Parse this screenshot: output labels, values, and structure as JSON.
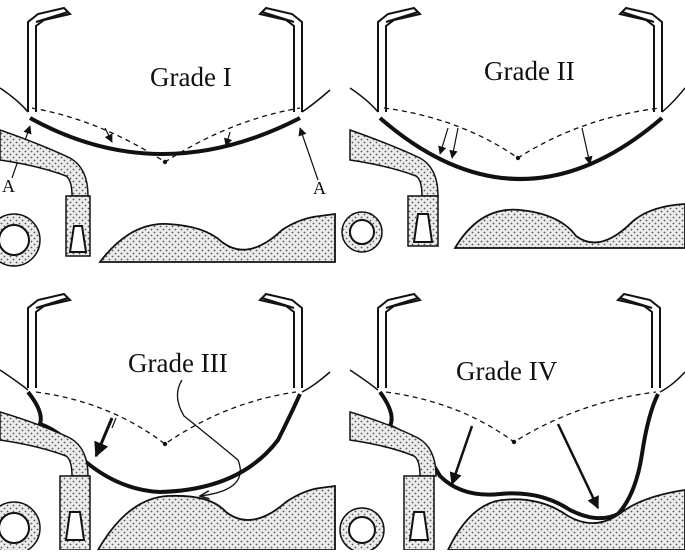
{
  "figure": {
    "panels": [
      {
        "grade": "Grade I",
        "markers": [
          "A",
          "A"
        ]
      },
      {
        "grade": "Grade II"
      },
      {
        "grade": "Grade III"
      },
      {
        "grade": "Grade IV"
      }
    ]
  },
  "colors": {
    "ink": "#111111",
    "stipple_bg": "#ececec",
    "stipple_dot": "#555555",
    "paper": "#ffffff"
  }
}
